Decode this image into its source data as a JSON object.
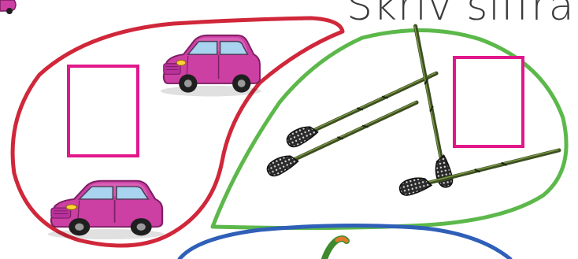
{
  "instruction": {
    "text": "Skriv siffran."
  },
  "colors": {
    "red_set": "#d0273a",
    "green_set": "#5cb84a",
    "blue_set": "#2f5fb8",
    "answer_box": "#e2178a",
    "car_body": "#cc3fa3",
    "stick_shaft": "#3d4f22"
  },
  "groups": [
    {
      "name": "cars",
      "item_icon": "pink-car-icon",
      "count": 2,
      "answer": ""
    },
    {
      "name": "floorball-sticks",
      "item_icon": "floorball-stick-icon",
      "count": 4,
      "answer": ""
    }
  ]
}
